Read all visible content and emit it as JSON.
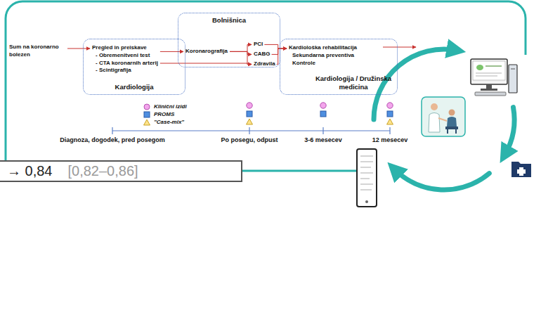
{
  "diagram": {
    "nodes": [
      {
        "text": [
          "Sum na koronarno bolezen"
        ]
      },
      {
        "text": [
          "Kardiologija"
        ]
      },
      {
        "text": [
          "Pregled in preiskave",
          "- Obremenitveni test",
          "- CTA koronarnih arterij",
          "- Scintigrafija"
        ],
        "in": 1
      },
      {
        "text": [
          "Bolnišnica"
        ]
      },
      {
        "text": [
          "Koronarografija"
        ],
        "in": 3
      },
      {
        "text": [
          "PCI"
        ],
        "in": 3
      },
      {
        "text": [
          "CABG"
        ],
        "in": 3
      },
      {
        "text": [
          "Zdravila"
        ],
        "in": 3
      },
      {
        "text": [
          "Kardiologija / Družinska medicina"
        ]
      },
      {
        "text": [
          "Kardiološka rehabilitacija",
          "Sekundarna preventiva",
          "Kontrole"
        ],
        "in": 8
      },
      {
        "text": [
          "→ 0,84",
          "[0,82–0,86]"
        ]
      }
    ],
    "edges": [
      {
        "from": 0,
        "to": 2,
        "arrow": "to"
      },
      {
        "from": 2,
        "to": 4,
        "arrow": "to"
      },
      {
        "from": 2,
        "to": 7,
        "arrow": "to"
      },
      {
        "from": 4,
        "to": 5,
        "arrow": "to"
      },
      {
        "from": 4,
        "to": 6,
        "arrow": "to"
      },
      {
        "from": 4,
        "to": 7,
        "arrow": "to"
      },
      {
        "from": 5,
        "to": 9,
        "arrow": "to"
      },
      {
        "from": 6,
        "to": 9,
        "arrow": "to"
      },
      {
        "from": 7,
        "to": 9,
        "arrow": "to"
      }
    ],
    "labels": [
      "Diagnoza, dogodek, pred posegom",
      "Po posegu, odpust",
      "3-6 mesecev",
      "12 mesecev"
    ],
    "legend": [
      {
        "text": "Klinični izidi"
      },
      {
        "text": "PROMS"
      },
      {
        "text": "\"Case-mix\""
      }
    ]
  }
}
